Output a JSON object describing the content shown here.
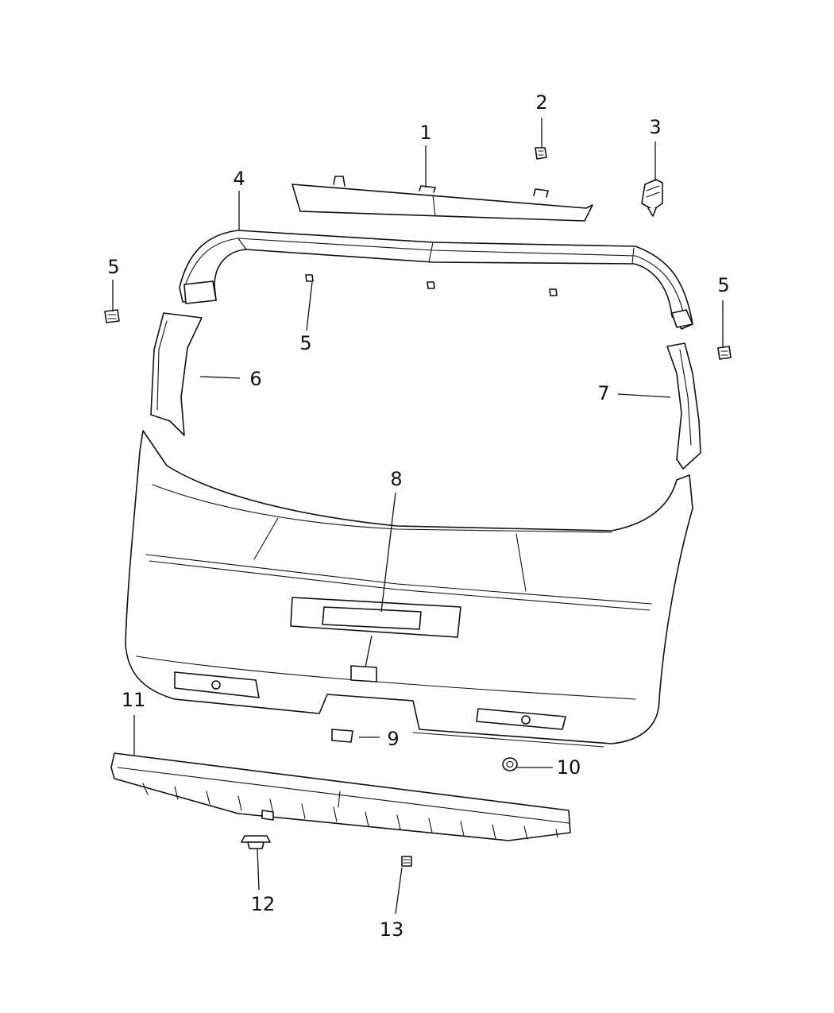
{
  "diagram": {
    "callouts": [
      {
        "id": "c1",
        "label": "1"
      },
      {
        "id": "c2",
        "label": "2"
      },
      {
        "id": "c3",
        "label": "3"
      },
      {
        "id": "c4",
        "label": "4"
      },
      {
        "id": "c5a",
        "label": "5"
      },
      {
        "id": "c5b",
        "label": "5"
      },
      {
        "id": "c5c",
        "label": "5"
      },
      {
        "id": "c6",
        "label": "6"
      },
      {
        "id": "c7",
        "label": "7"
      },
      {
        "id": "c8",
        "label": "8"
      },
      {
        "id": "c9",
        "label": "9"
      },
      {
        "id": "c10",
        "label": "10"
      },
      {
        "id": "c11",
        "label": "11"
      },
      {
        "id": "c12",
        "label": "12"
      },
      {
        "id": "c13",
        "label": "13"
      }
    ]
  }
}
